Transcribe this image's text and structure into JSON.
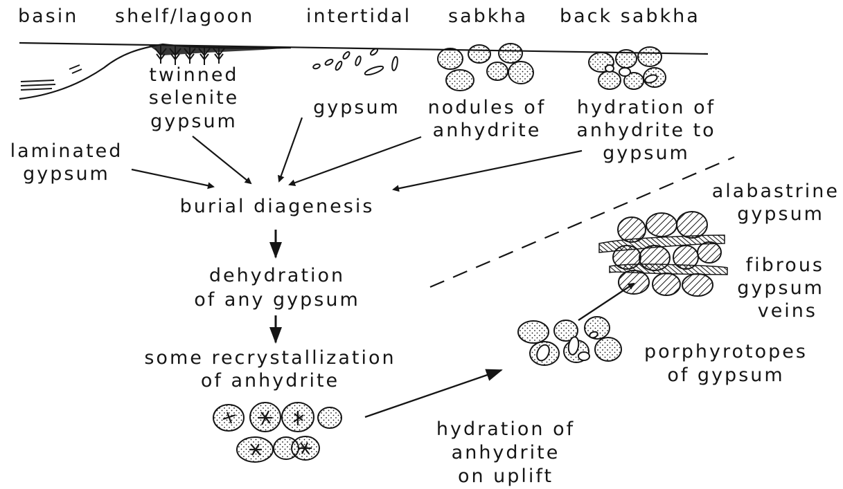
{
  "environments": {
    "basin": "basin",
    "shelf_lagoon": "shelf/lagoon",
    "intertidal": "intertidal",
    "sabkha": "sabkha",
    "back_sabkha": "back sabkha"
  },
  "deposits": {
    "twinned_selenite": [
      "twinned",
      "selenite",
      "gypsum"
    ],
    "gypsum": "gypsum",
    "nodules": [
      "nodules of",
      "anhydrite"
    ],
    "hydration_back": [
      "hydration of",
      "anhydrite to",
      "gypsum"
    ],
    "laminated": [
      "laminated",
      "gypsum"
    ]
  },
  "burial_path": {
    "burial_diagenesis": "burial diagenesis",
    "dehydration": [
      "dehydration",
      "of any gypsum"
    ],
    "recrystallization": [
      "some recrystallization",
      "of anhydrite"
    ]
  },
  "uplift_path": {
    "hydration_uplift": [
      "hydration of",
      "anhydrite",
      "on uplift"
    ],
    "porphyrotopes": [
      "porphyrotopes",
      "of gypsum"
    ],
    "alabastrine": [
      "alabastrine",
      "gypsum"
    ],
    "fibrous_veins": [
      "fibrous",
      "gypsum",
      "veins"
    ]
  },
  "colors": {
    "ink": "#151515",
    "paper": "#ffffff"
  }
}
